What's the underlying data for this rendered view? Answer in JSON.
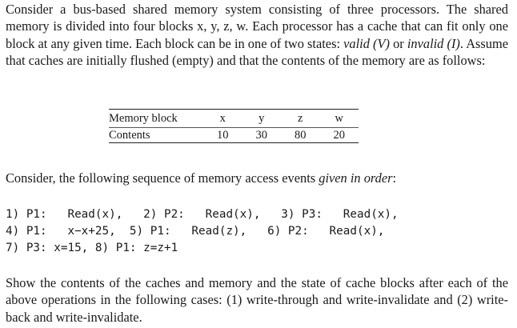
{
  "intro": {
    "part1": "Consider a bus-based shared memory system consisting of three processors. The shared memory is divided into four blocks x, y, z, w. Each processor has a cache that can fit only one block at any given time. Each block can be in one of two states: ",
    "valid_word": "valid",
    "valid_symbol": " (V)",
    "or_word": " or ",
    "invalid_word": "invalid",
    "invalid_symbol": " (I)",
    "part2": ". Assume that caches are initially flushed (empty) and that the contents of the memory are as follows:"
  },
  "table": {
    "row_labels": [
      "Memory block",
      "Contents"
    ],
    "blocks": [
      "x",
      "y",
      "z",
      "w"
    ],
    "contents": [
      "10",
      "30",
      "80",
      "20"
    ]
  },
  "events_intro": {
    "lead": "Consider, the following sequence of memory access events ",
    "emph": "given in order",
    "tail": ":"
  },
  "events": {
    "line1": "1) P1:   Read(x),   2) P2:   Read(x),   3) P3:   Read(x),",
    "line2": "4) P1:   x−x+25,  5) P1:   Read(z),   6) P2:   Read(x),",
    "line3": "7) P3: x=15, 8) P1: z=z+1"
  },
  "closing": "Show the contents of the caches and memory and the state of cache blocks after each of the above operations in the following cases: (1) write-through and write-invalidate and (2) write-back and write-invalidate."
}
